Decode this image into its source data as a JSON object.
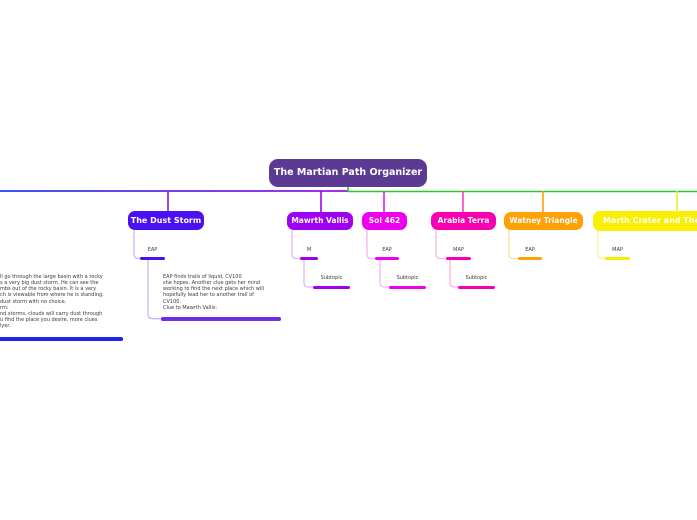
{
  "map": {
    "root": {
      "label": "The Martian Path Organizer",
      "color": "#5c3a94"
    },
    "line_colors": {
      "left_gradient_start": "#1e3cf0",
      "left_gradient_end": "#9c10e0",
      "right_line": "#28c828"
    },
    "branches": [
      {
        "label": "The Dust Storm",
        "color": "#4b10f2",
        "children": [
          {
            "label": "EAP",
            "color": "#4b10f2",
            "children": [
              {
                "label_lines": [
                  "EAP finds trails of liquid, CV100",
                  "she hopes. Another clue gets her mind",
                  "working to find the next place which will",
                  "hopefully lead her to another trail of",
                  "CV100.",
                  "Clue to Mawrth Vallis:"
                ],
                "color": "#6f2cea"
              }
            ]
          }
        ]
      },
      {
        "label": "Mawrth Vallis",
        "color": "#a000f0",
        "children": [
          {
            "label": "M",
            "color": "#a000f0",
            "children": [
              {
                "label": "Subtopic",
                "color": "#a000f0"
              }
            ]
          }
        ]
      },
      {
        "label": "Sol 462",
        "color": "#ee00ee",
        "children": [
          {
            "label": "EAP",
            "color": "#ee00ee",
            "children": [
              {
                "label": "Subtopic",
                "color": "#ee00ee"
              }
            ]
          }
        ]
      },
      {
        "label": "Arabia Terra",
        "color": "#f700b2",
        "children": [
          {
            "label": "MAP",
            "color": "#f700b2",
            "children": [
              {
                "label": "Subtopic",
                "color": "#f700b2"
              }
            ]
          }
        ]
      },
      {
        "label": "Watney Triangle",
        "color": "#ffa005",
        "children": [
          {
            "label": "EAP",
            "color": "#ffa005"
          }
        ]
      },
      {
        "label": "Marth Crater and The Sec",
        "color": "#f8f000",
        "children": [
          {
            "label": "MAP",
            "color": "#f5ee00"
          }
        ]
      }
    ],
    "clipped_topic": {
      "label_lines": [
        "ll go through the large basin with a rocky",
        "s a very big dust storm. He can see the",
        "mbs out of the rocky basin. It is a very",
        "ch is viewable from where he is standing.",
        "dust storm with no choice.",
        "rm:",
        "nd storms, clouds will carry dust through",
        "u find the place you desire, more clues",
        "lyer."
      ],
      "color": "#2222ee"
    }
  }
}
